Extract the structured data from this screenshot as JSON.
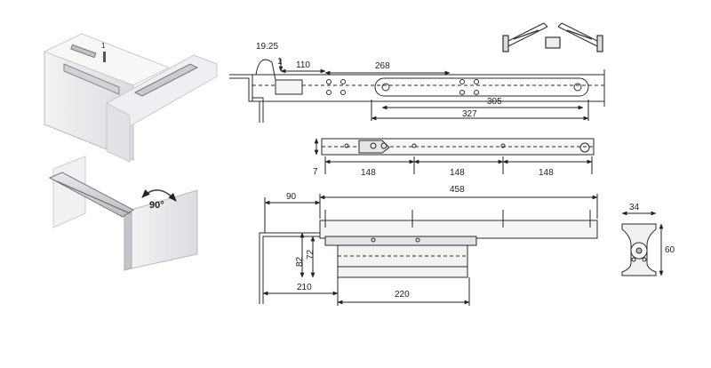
{
  "dimensions": {
    "top_offset": "19.25",
    "top_left": "110",
    "top_span": "268",
    "slot_length": "305",
    "total_length": "327",
    "side_height": "7",
    "spacing_1": "148",
    "spacing_2": "148",
    "spacing_3": "148",
    "left_offset": "90",
    "arm_length": "458",
    "height_outer": "82",
    "height_inner": "72",
    "bottom_offset": "210",
    "bottom_length": "220",
    "bracket_width": "34",
    "bracket_height": "60"
  },
  "labels": {
    "rotation": "90°",
    "screw_mark": "1",
    "small_mark": "1"
  },
  "colors": {
    "line": "#2a2a2a",
    "panel": "#e9e9ec",
    "panel_shade": "#c9c9cf",
    "metal": "#d4d6da"
  }
}
